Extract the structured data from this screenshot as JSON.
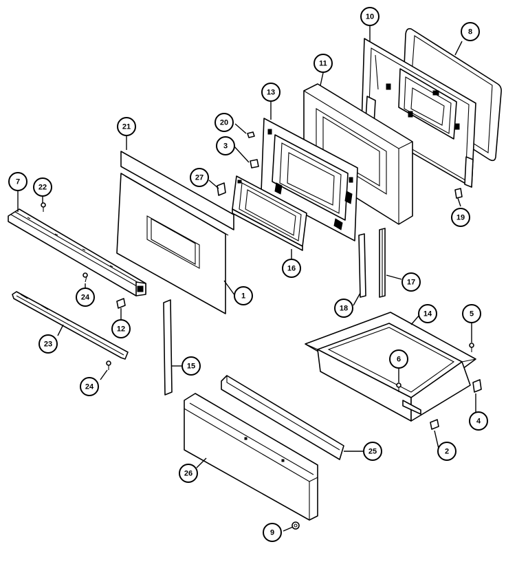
{
  "callouts": [
    {
      "id": "door-panel",
      "label": "1"
    },
    {
      "id": "bracket-2",
      "label": "2"
    },
    {
      "id": "clip-3",
      "label": "3"
    },
    {
      "id": "bracket-4",
      "label": "4"
    },
    {
      "id": "screw-5",
      "label": "5"
    },
    {
      "id": "screw-6",
      "label": "6"
    },
    {
      "id": "handle-trim",
      "label": "7"
    },
    {
      "id": "outer-gasket",
      "label": "8"
    },
    {
      "id": "knob-9",
      "label": "9"
    },
    {
      "id": "inner-door-frame",
      "label": "10"
    },
    {
      "id": "door-liner-box",
      "label": "11"
    },
    {
      "id": "clip-12",
      "label": "12"
    },
    {
      "id": "window-frame",
      "label": "13"
    },
    {
      "id": "drawer-tray",
      "label": "14"
    },
    {
      "id": "side-trim-15",
      "label": "15"
    },
    {
      "id": "glass-assembly",
      "label": "16"
    },
    {
      "id": "side-trim-17",
      "label": "17"
    },
    {
      "id": "side-trim-18",
      "label": "18"
    },
    {
      "id": "clip-19",
      "label": "19"
    },
    {
      "id": "spacer-20",
      "label": "20"
    },
    {
      "id": "top-trim-21",
      "label": "21"
    },
    {
      "id": "screw-22",
      "label": "22"
    },
    {
      "id": "lower-bracket-23",
      "label": "23"
    },
    {
      "id": "screw-24a",
      "label": "24"
    },
    {
      "id": "screw-24b",
      "label": "24"
    },
    {
      "id": "drawer-rail-25",
      "label": "25"
    },
    {
      "id": "drawer-front",
      "label": "26"
    },
    {
      "id": "clip-27",
      "label": "27"
    }
  ]
}
